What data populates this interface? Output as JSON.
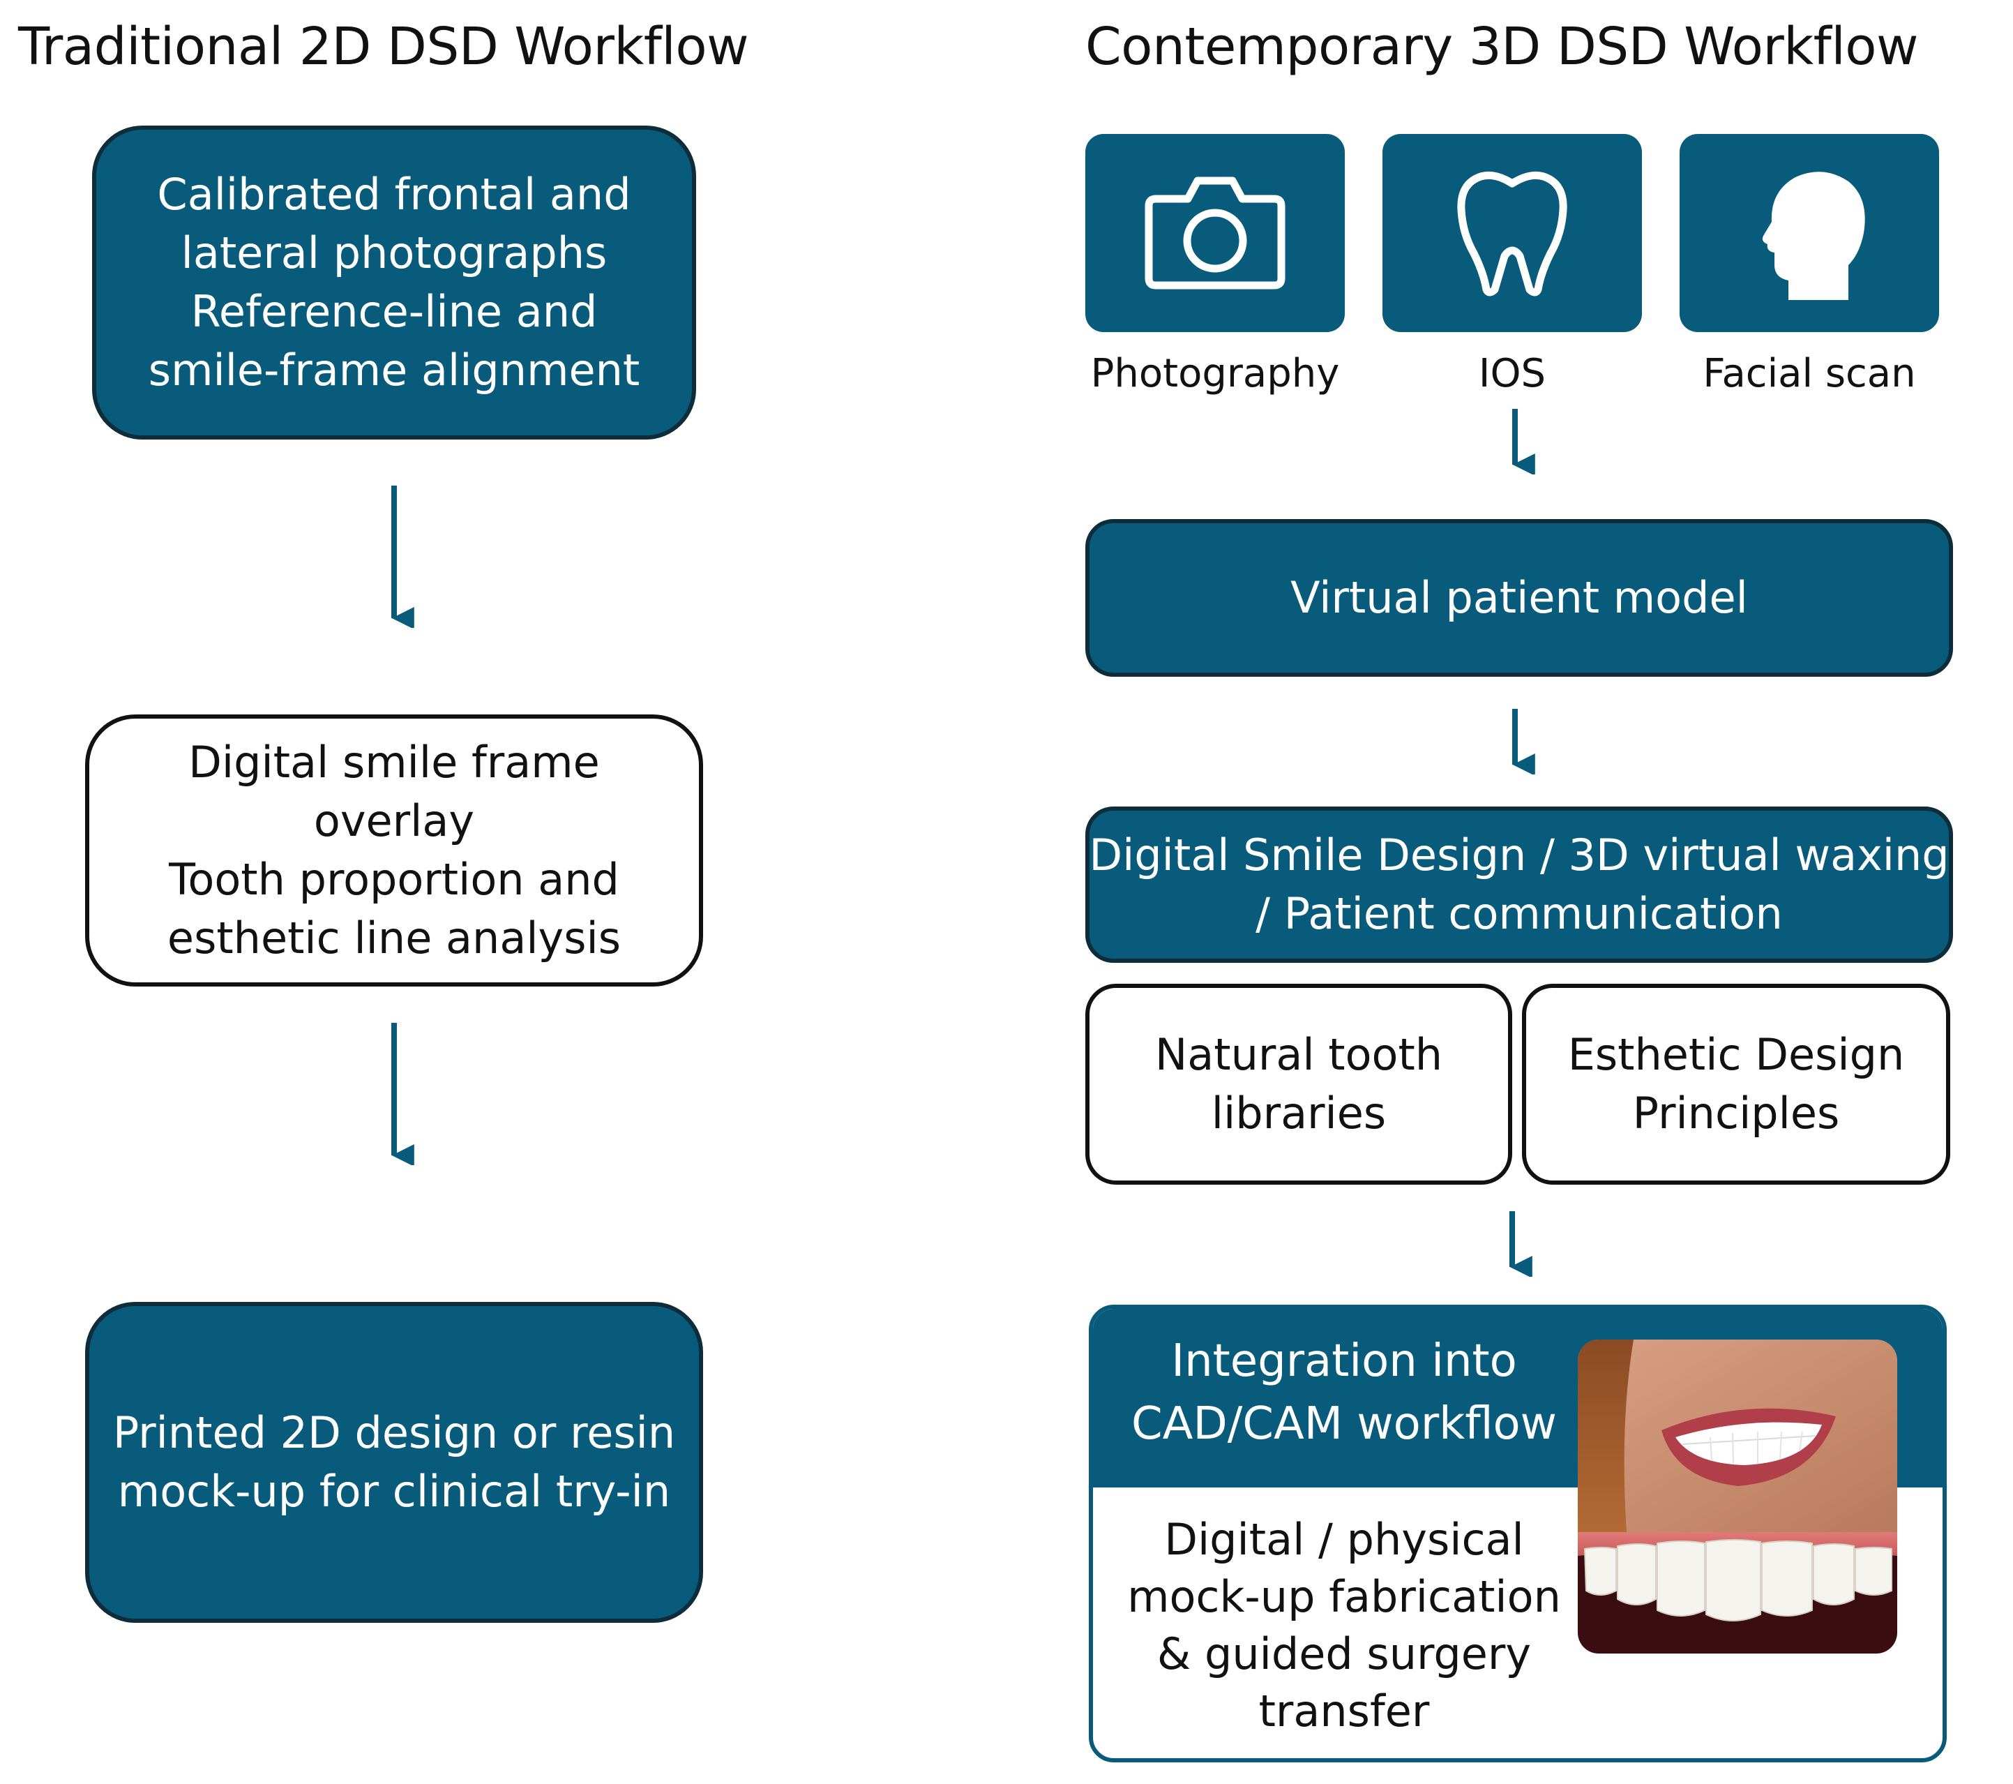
{
  "left_column": {
    "heading": "Traditional 2D DSD Workflow",
    "step1": {
      "lines": [
        "Calibrated frontal and",
        "lateral photographs",
        "Reference-line and",
        "smile-frame alignment"
      ]
    },
    "step2": {
      "lines": [
        "Digital smile frame",
        "overlay",
        "Tooth proportion and",
        "esthetic line analysis"
      ]
    },
    "step3": {
      "lines": [
        "Printed 2D design or resin",
        "mock-up for clinical try-in"
      ]
    }
  },
  "right_column": {
    "heading": "Contemporary 3D DSD Workflow",
    "inputs": [
      {
        "label": "Photography",
        "icon": "camera-icon"
      },
      {
        "label": "IOS",
        "icon": "tooth-icon"
      },
      {
        "label": "Facial scan",
        "icon": "head-profile-icon"
      }
    ],
    "virtual_model": "Virtual patient model",
    "design": {
      "lines": [
        "Digital Smile Design / 3D virtual waxing",
        "/ Patient communication"
      ]
    },
    "libraries": {
      "lines": [
        "Natural tooth",
        "libraries"
      ]
    },
    "principles": {
      "lines": [
        "Esthetic Design",
        "Principles"
      ]
    },
    "integration": {
      "title_lines": [
        "Integration into",
        "CAD/CAM workflow"
      ],
      "body_lines": [
        "Digital / physical",
        "mock-up fabrication",
        "& guided surgery",
        "transfer"
      ],
      "image": "smile-photo"
    }
  },
  "colors": {
    "primary": "#095b7b",
    "border_dark": "#0d2d3b",
    "text": "#111111",
    "background": "#ffffff"
  }
}
